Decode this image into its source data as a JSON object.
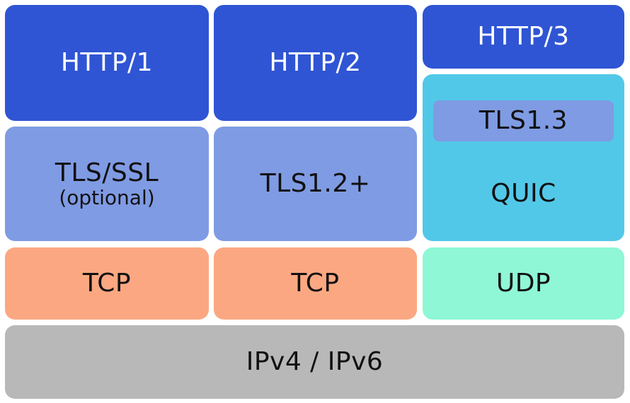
{
  "diagram": {
    "col1": {
      "app": "HTTP/1",
      "security": "TLS/SSL",
      "security_note": "(optional)",
      "transport": "TCP"
    },
    "col2": {
      "app": "HTTP/2",
      "security": "TLS1.2+",
      "transport": "TCP"
    },
    "col3": {
      "app": "HTTP/3",
      "security": "TLS1.3",
      "transport_layer": "QUIC",
      "transport": "UDP"
    },
    "network": "IPv4 / IPv6",
    "colors": {
      "http": "#2f55d4",
      "tls": "#7f9be3",
      "quic": "#52c8e8",
      "tcp": "#fba882",
      "udp": "#8ff7d6",
      "ip": "#b8b8b8"
    }
  }
}
